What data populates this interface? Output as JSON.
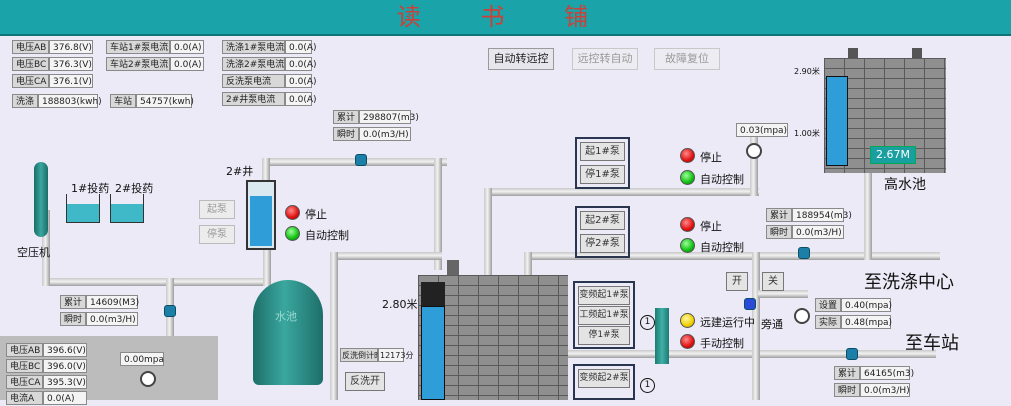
{
  "title": "读 书 铺",
  "controls": {
    "auto_to_remote": "自动转远控",
    "remote_to_auto": "远控转自动",
    "fault_reset": "故障复位"
  },
  "power_top": {
    "rows": [
      {
        "label": "电压AB",
        "value": "376.8(V)"
      },
      {
        "label": "电压BC",
        "value": "376.3(V)"
      },
      {
        "label": "电压CA",
        "value": "376.1(V)"
      }
    ],
    "currents": [
      {
        "label": "车站1#泵电流",
        "value": "0.0(A)"
      },
      {
        "label": "车站2#泵电流",
        "value": "0.0(A)"
      }
    ],
    "currents2": [
      {
        "label": "洗涤1#泵电流",
        "value": "0.0(A)"
      },
      {
        "label": "洗涤2#泵电流",
        "value": "0.0(A)"
      },
      {
        "label": "反洗泵电流",
        "value": "0.0(A)"
      },
      {
        "label": "2#井泵电流",
        "value": "0.0(A)"
      }
    ],
    "energy": [
      {
        "label": "洗涤",
        "value": "188803(kwh)"
      },
      {
        "label": "车站",
        "value": "54757(kwh)"
      }
    ]
  },
  "well_flow": {
    "total_label": "累计",
    "total": "298807(m3)",
    "inst_label": "瞬时",
    "inst": "0.0(m3/H)"
  },
  "well": {
    "name": "2#井",
    "start": "起泵",
    "stop": "停泵",
    "stop_status": "停止",
    "auto_status": "自动控制"
  },
  "dosing": {
    "d1": "1#投药",
    "d2": "2#投药",
    "compressor": "空压机"
  },
  "left_flow": {
    "total_label": "累计",
    "total": "14609(M3)",
    "inst_label": "瞬时",
    "inst": "0.0(m3/H)"
  },
  "power_bottom": {
    "rows": [
      {
        "label": "电压AB",
        "value": "396.6(V)"
      },
      {
        "label": "电压BC",
        "value": "396.0(V)"
      },
      {
        "label": "电压CA",
        "value": "395.3(V)"
      },
      {
        "label": "电流A",
        "value": "0.0(A)"
      }
    ],
    "pressure": "0.00mpa"
  },
  "tank_mid": {
    "level": "2.80米",
    "pool_label": "水池"
  },
  "backwash": {
    "timer_label": "反洗倒计时",
    "timer": "12173分",
    "button": "反洗开"
  },
  "pump_group1": {
    "start": "起1#泵",
    "stop": "停1#泵",
    "stop_status": "停止",
    "auto_status": "自动控制"
  },
  "pump_group2": {
    "start": "起2#泵",
    "stop": "停2#泵",
    "stop_status": "停止",
    "auto_status": "自动控制"
  },
  "pressure_top": "0.03(mpa)",
  "wash_flow": {
    "total_label": "累计",
    "total": "188954(m3)",
    "inst_label": "瞬时",
    "inst": "0.0(m3/H)"
  },
  "high_tank": {
    "level_top": "2.90米",
    "level_low": "1.00米",
    "reading": "2.67M",
    "name": "高水池"
  },
  "dest": {
    "wash": "至洗涤中心",
    "station": "至车站"
  },
  "bypass": {
    "open": "开",
    "close": "关",
    "label": "旁通"
  },
  "vfd_group": {
    "vfd_start": "变频起1#泵",
    "pf_start": "工频起1#泵",
    "stop": "停1#泵",
    "vfd_start2": "变频起2#泵",
    "circle1": "1",
    "circle2": "1",
    "remote_status": "远建运行中",
    "manual_status": "手动控制"
  },
  "station_setpoint": {
    "set_label": "设置",
    "set": "0.40(mpa)",
    "actual_label": "实际",
    "actual": "0.48(mpa)"
  },
  "station_flow": {
    "total_label": "累计",
    "total": "64165(m3)",
    "inst_label": "瞬时",
    "inst": "0.0(m3/H)"
  },
  "colors": {
    "title_bg": "#1aa3a8",
    "title_text": "#c9423a",
    "water": "#2f9ed8",
    "tank_green": "#2b8c86"
  }
}
